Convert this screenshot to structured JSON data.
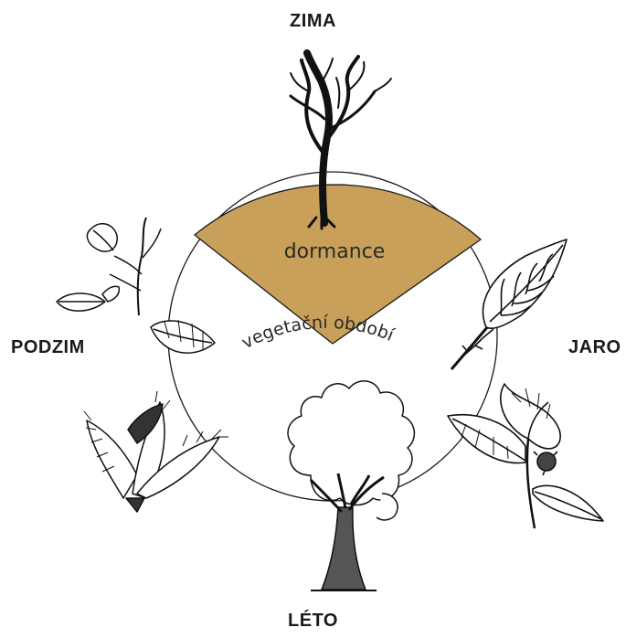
{
  "diagram": {
    "seasons": {
      "winter": "ZIMA",
      "spring": "JARO",
      "summer": "LÉTO",
      "autumn": "PODZIM"
    },
    "dormance_label": "dormance",
    "vegetation_label": "vegetační období",
    "colors": {
      "dormance_fill": "#c8a05a",
      "stroke": "#1a1a1a",
      "background": "#ffffff"
    },
    "illustrations": [
      "bare-tree-icon",
      "beech-bud-icon",
      "beech-leaves-icon",
      "tree-canopy-icon",
      "beech-nut-icon",
      "falling-leaves-icon"
    ]
  }
}
